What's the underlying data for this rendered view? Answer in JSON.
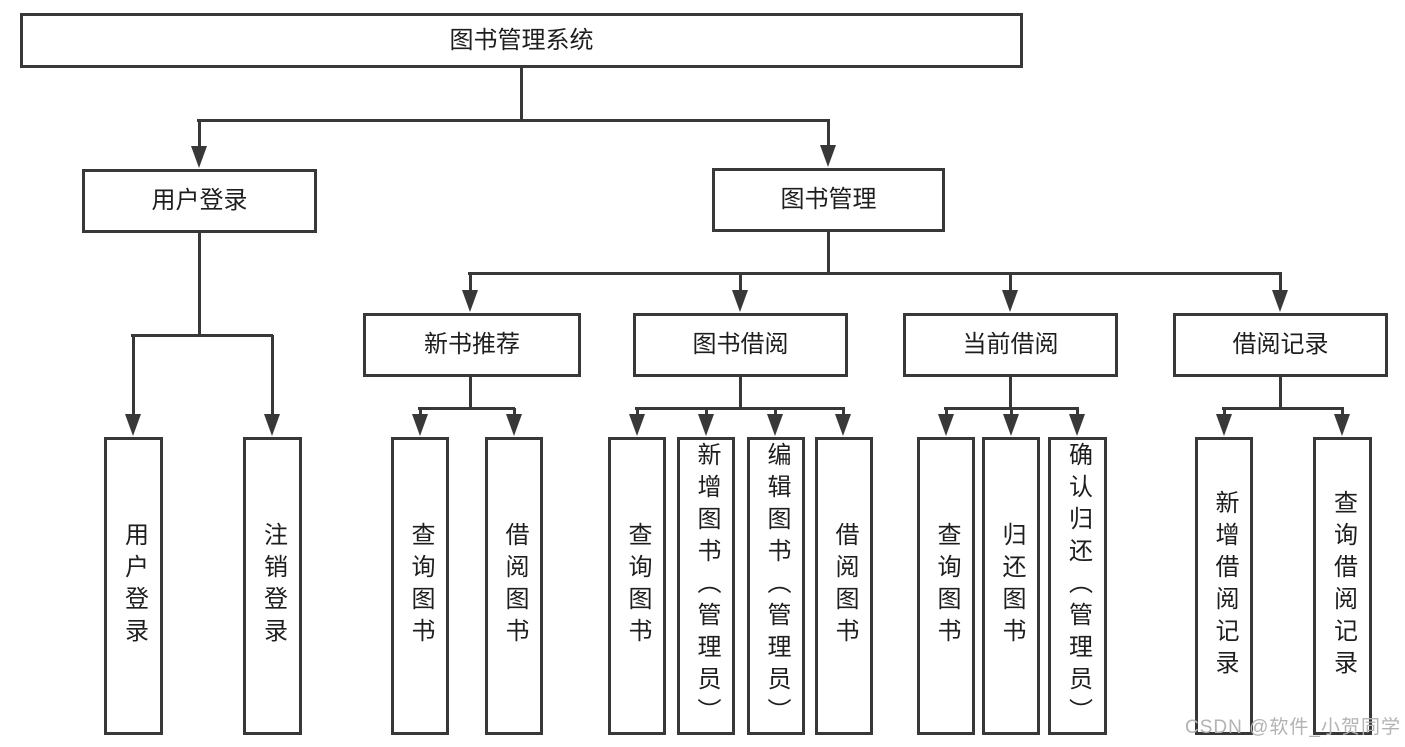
{
  "nodes": {
    "root": {
      "label": "图书管理系统"
    },
    "user_login": {
      "label": "用户登录"
    },
    "book_mgmt": {
      "label": "图书管理"
    },
    "new_book_rec": {
      "label": "新书推荐"
    },
    "book_borrow": {
      "label": "图书借阅"
    },
    "current_borrow": {
      "label": "当前借阅"
    },
    "borrow_record": {
      "label": "借阅记录"
    },
    "ul_user_login": {
      "label": "用户登录"
    },
    "ul_logout": {
      "label": "注销登录"
    },
    "nb_query_book": {
      "label": "查询图书"
    },
    "nb_borrow_book": {
      "label": "借阅图书"
    },
    "bb_query_book": {
      "label": "查询图书"
    },
    "bb_add_book": {
      "label": "新增图书（管理员）"
    },
    "bb_edit_book": {
      "label": "编辑图书（管理员）"
    },
    "bb_borrow_book": {
      "label": "借阅图书"
    },
    "cb_query_book": {
      "label": "查询图书"
    },
    "cb_return_book": {
      "label": "归还图书"
    },
    "cb_confirm_return": {
      "label": "确认归还（管理员）"
    },
    "br_add_record": {
      "label": "新增借阅记录"
    },
    "br_query_record": {
      "label": "查询借阅记录"
    }
  },
  "watermark": "CSDN @软件_小贺同学",
  "colors": {
    "line": "#383838",
    "text": "#1e1e1e",
    "background": "#ffffff",
    "watermark": "#b3b3b3"
  }
}
